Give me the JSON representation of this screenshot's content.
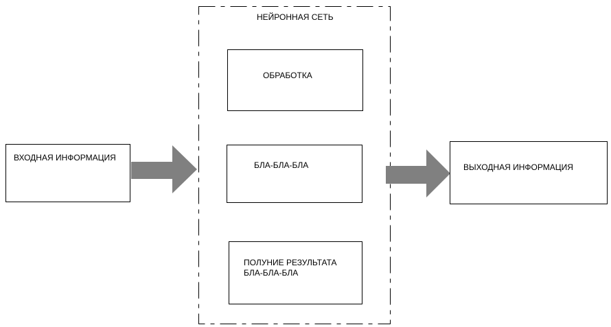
{
  "container": {
    "title": "НЕЙРОННАЯ СЕТЬ"
  },
  "input": {
    "label": "ВХОДНАЯ ИНФОРМАЦИЯ"
  },
  "output": {
    "label": "ВЫХОДНАЯ ИНФОРМАЦИЯ"
  },
  "steps": [
    {
      "label": "ОБРАБОТКА"
    },
    {
      "label": "БЛА-БЛА-БЛА"
    },
    {
      "label": "ПОЛУНИЕ РЕЗУЛЬТАТА\nБЛА-БЛА-БЛА"
    }
  ],
  "colors": {
    "arrow": "#808080",
    "line": "#000000"
  }
}
